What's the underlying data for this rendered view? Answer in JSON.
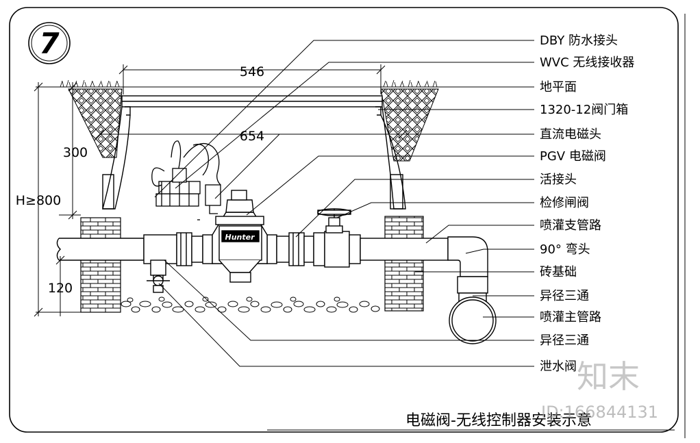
{
  "badge_number": "7",
  "labels": [
    "DBY 防水接头",
    "WVC 无线接收器",
    "地平面",
    "1320-12阀门箱",
    "直流电磁头",
    "PGV 电磁阀",
    "活接头",
    "检修闸阀",
    "喷灌支管路",
    "90° 弯头",
    "砖基础",
    "异径三通",
    "喷灌主管路",
    "异径三通",
    "泄水阀"
  ],
  "dimensions": {
    "top_width": "546",
    "inner_width": "654",
    "box_height": "300",
    "total_height": "H≥800",
    "base_height": "120"
  },
  "valve_brand": "Hunter",
  "title": "电磁阀-无线控制器安装示意",
  "watermark": {
    "text": "知末",
    "id": "ID:166844131"
  }
}
